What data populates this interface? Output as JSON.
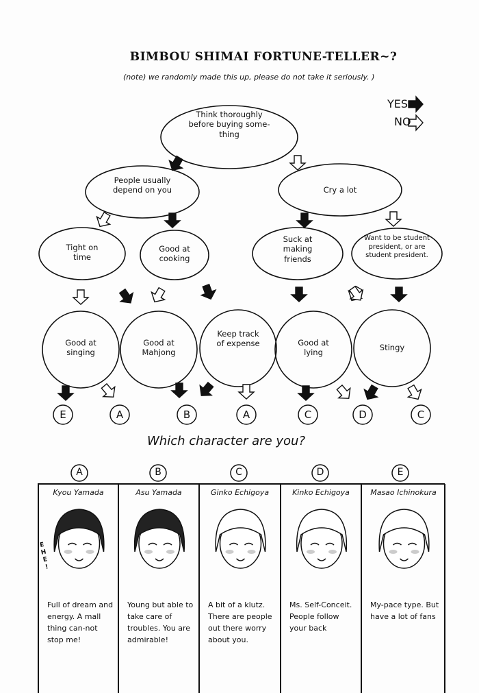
{
  "title": "BIMBOU SHIMAI FORTUNE-TELLER~?",
  "note": "(note) we randomly made this up, please do not take it seriously. )",
  "legend": {
    "yes": "YES",
    "no": "NO"
  },
  "nodes": {
    "start": "Think thoroughly before buying some-thing",
    "depend": "People usually depend on you",
    "cry": "Cry a lot",
    "tight": "Tight on time",
    "cooking": "Good at cooking",
    "friends": "Suck at making friends",
    "president": "Want to be student president, or are student president.",
    "singing": "Good at singing",
    "mahjong": "Good at Mahjong",
    "expense": "Keep track of expense",
    "lying": "Good at lying",
    "stingy": "Stingy"
  },
  "results": [
    "E",
    "A",
    "B",
    "A",
    "C",
    "D",
    "C"
  ],
  "question": "Which character are you?",
  "characters": [
    {
      "letter": "A",
      "name": "Kyou Yamada",
      "desc": "Full of dream and energy. A mall thing can-not stop me!",
      "sfx": "EHE!"
    },
    {
      "letter": "B",
      "name": "Asu Yamada",
      "desc": "Young but able to take care of troubles. You are admirable!"
    },
    {
      "letter": "C",
      "name": "Ginko Echigoya",
      "desc": "A bit of a klutz. There are people out there worry about you."
    },
    {
      "letter": "D",
      "name": "Kinko Echigoya",
      "desc": "Ms. Self-Conceit. People follow your back"
    },
    {
      "letter": "E",
      "name": "Masao Ichinokura",
      "desc": "My-pace type. But have a lot of fans"
    }
  ]
}
